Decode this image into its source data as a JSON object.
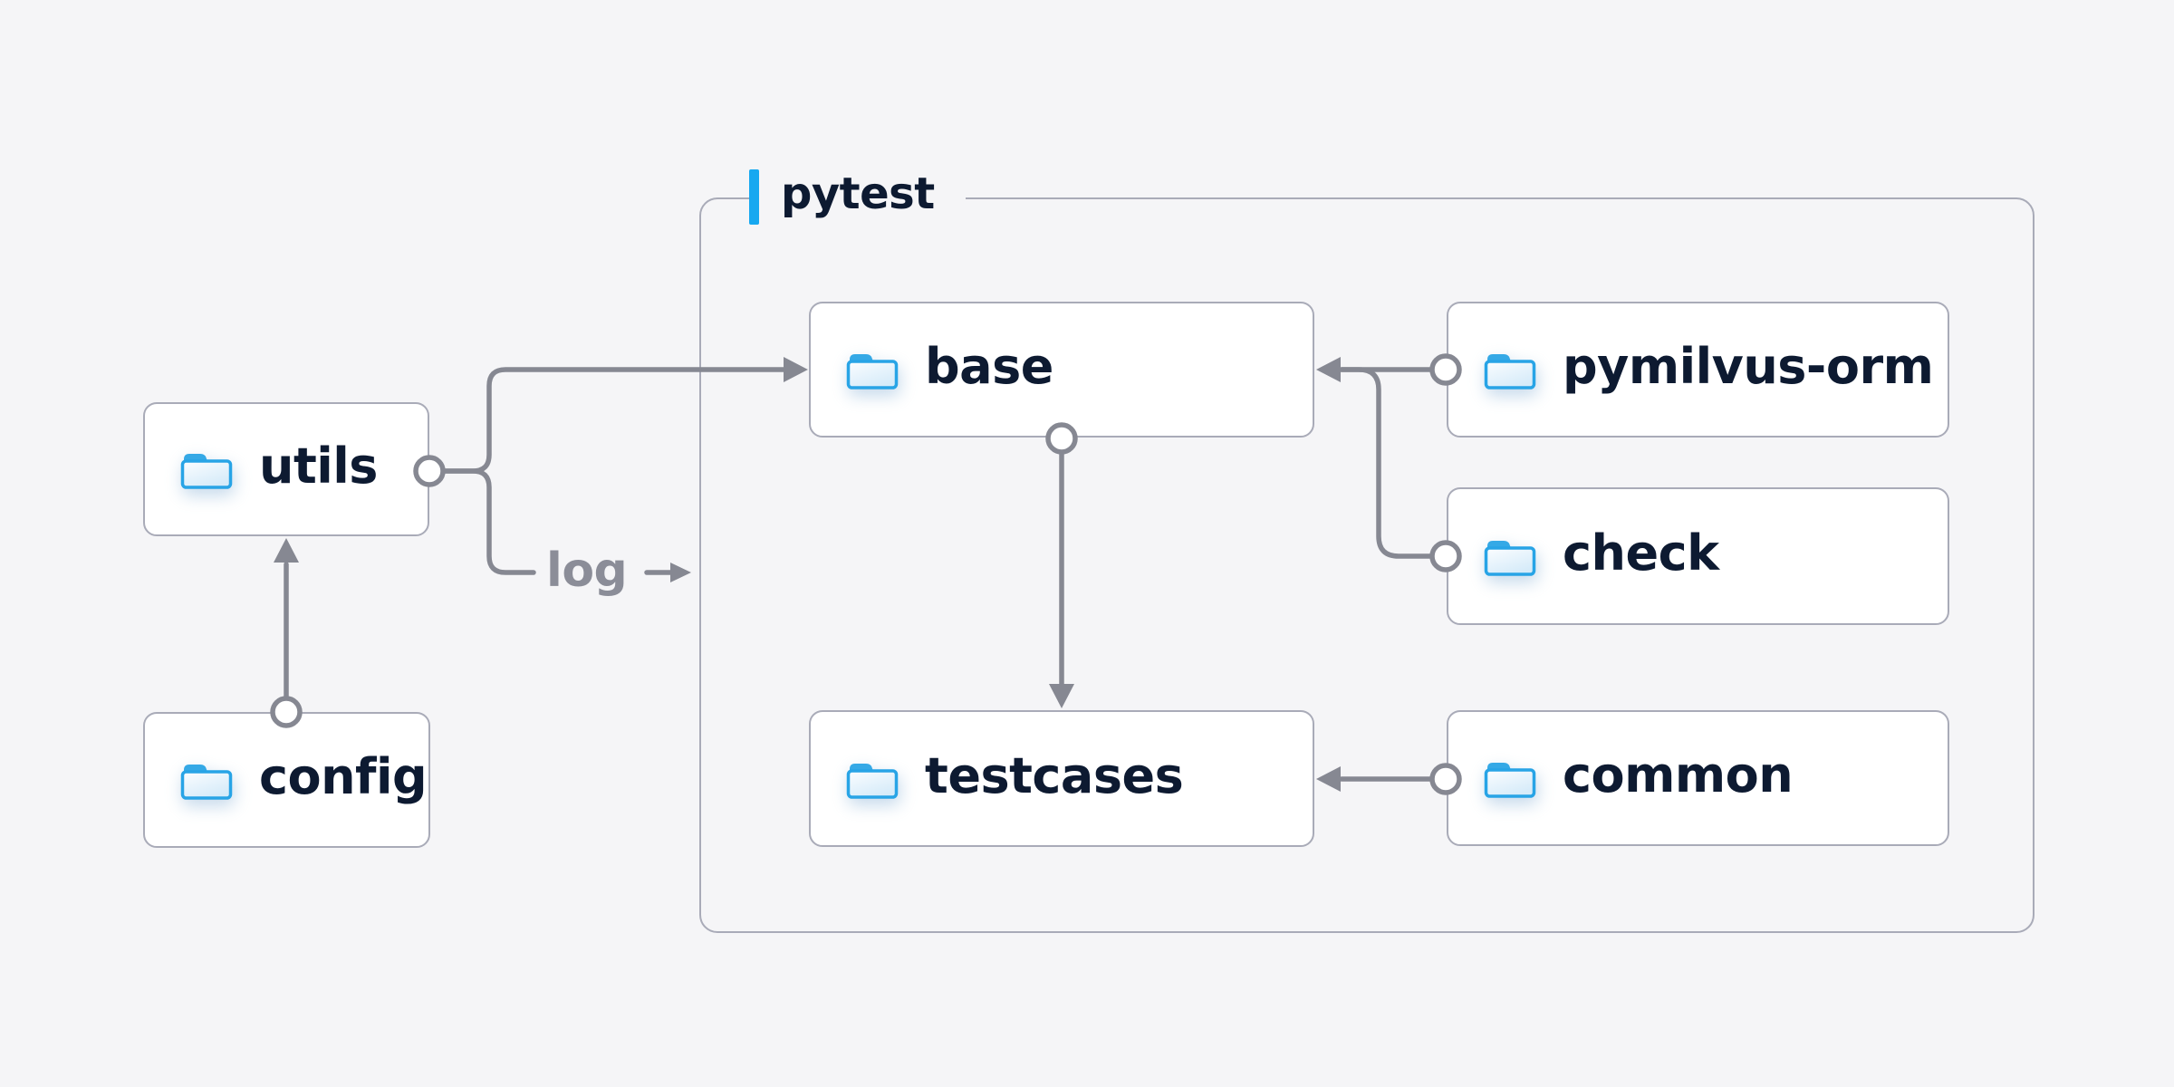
{
  "diagram": {
    "container": {
      "label": "pytest"
    },
    "nodes": {
      "utils": {
        "label": "utils"
      },
      "config": {
        "label": "config"
      },
      "base": {
        "label": "base"
      },
      "pymilvus_orm": {
        "label": "pymilvus-orm"
      },
      "check": {
        "label": "check"
      },
      "testcases": {
        "label": "testcases"
      },
      "common": {
        "label": "common"
      }
    },
    "edges": [
      {
        "from": "config",
        "to": "utils",
        "label": ""
      },
      {
        "from": "utils",
        "to": "base",
        "label": ""
      },
      {
        "from": "utils",
        "to": "pytest",
        "label": "log"
      },
      {
        "from": "base",
        "to": "testcases",
        "label": ""
      },
      {
        "from": "pymilvus-orm",
        "to": "base",
        "label": ""
      },
      {
        "from": "check",
        "to": "base",
        "label": ""
      },
      {
        "from": "common",
        "to": "testcases",
        "label": ""
      }
    ],
    "colors": {
      "background": "#f5f5f7",
      "node_fill": "#ffffff",
      "node_border": "#a9abb8",
      "connector": "#868892",
      "node_text": "#0d1a31",
      "accent_blue": "#17a8f0",
      "folder_stroke": "#28a4e6",
      "folder_tab": "#35a9e6",
      "edge_label_text": "#8b8d98"
    }
  }
}
